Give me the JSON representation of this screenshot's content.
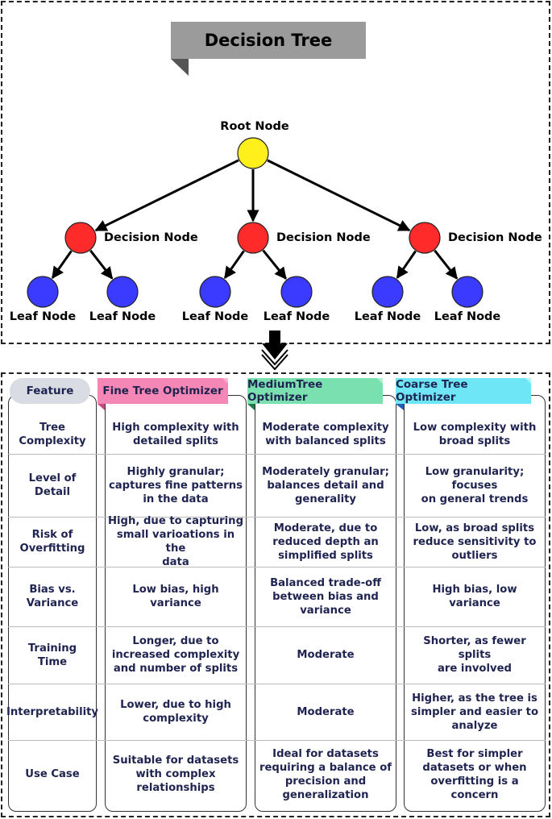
{
  "title": "Decision Tree",
  "tree": {
    "root_label": "Root Node",
    "decision_label": "Decision Node",
    "leaf_label": "Leaf Node"
  },
  "colors": {
    "root": "#ffef1a",
    "decision": "#ff2a2a",
    "leaf": "#3b3bff",
    "feature_header": "#d9dde3",
    "fine_header": "#f587b7",
    "medium_header": "#7be0b0",
    "coarse_header": "#6fe6f5"
  },
  "table": {
    "headers": [
      "Feature",
      "Fine Tree Optimizer",
      "MediumTree Optimizer",
      "Coarse Tree Optimizer"
    ],
    "rows": [
      {
        "feature": "Tree\nComplexity",
        "fine": "High complexity with\ndetailed splits",
        "medium": "Moderate complexity\nwith balanced splits",
        "coarse": "Low complexity with\nbroad splits"
      },
      {
        "feature": "Level of\nDetail",
        "fine": "Highly granular;\ncaptures fine patterns\nin the data",
        "medium": "Moderately granular;\nbalances detail and\ngenerality",
        "coarse": "Low granularity; focuses\non general trends"
      },
      {
        "feature": "Risk of\nOverfitting",
        "fine": "High, due to capturing\nsmall varioations in the\ndata",
        "medium": "Moderate, due to\nreduced depth an\nsimplified splits",
        "coarse": "Low,  as broad splits\nreduce sensitivity to\noutliers"
      },
      {
        "feature": "Bias vs.\nVariance",
        "fine": "Low bias, high variance",
        "medium": "Balanced trade-off\nbetween bias and\nvariance",
        "coarse": "High bias, low variance"
      },
      {
        "feature": "Training\nTime",
        "fine": "Longer, due to\nincreased complexity\nand number of splits",
        "medium": "Moderate",
        "coarse": "Shorter, as fewer splits\nare involved"
      },
      {
        "feature": "Interpretability",
        "fine": "Lower, due to high\ncomplexity",
        "medium": "Moderate",
        "coarse": "Higher, as the tree is\nsimpler and easier to\nanalyze"
      },
      {
        "feature": "Use Case",
        "fine": "Suitable for datasets\nwith complex\nrelationships",
        "medium": "Ideal for datasets\nrequiring a balance of\nprecision and\ngeneralization",
        "coarse": "Best for simpler\ndatasets or when\noverfitting is a concern"
      }
    ]
  }
}
